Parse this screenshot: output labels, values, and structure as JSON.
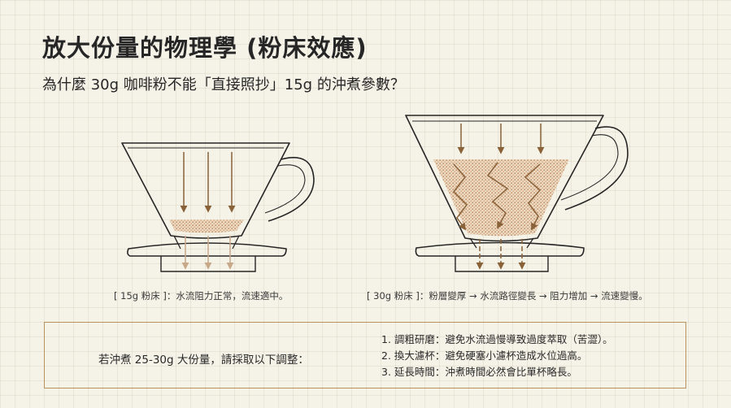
{
  "title": "放大份量的物理學 (粉床效應)",
  "subtitle": "為什麼 30g 咖啡粉不能「直接照抄」15g 的沖煮參數？",
  "captions": {
    "left": "[ 15g 粉床 ]：水流阻力正常，流速適中。",
    "right": "[ 30g 粉床 ]：粉層變厚 → 水流路徑變長 → 阻力增加 → 流速變慢。"
  },
  "adjustments": {
    "intro": "若沖煮 25-30g 大份量，請採取以下調整：",
    "items": [
      "1. 調粗研磨：避免水流過慢導致過度萃取（苦澀）。",
      "2. 換大濾杯：避免硬塞小濾杯造成水位過高。",
      "3. 延長時間：沖煮時間必然會比單杯略長。"
    ]
  },
  "colors": {
    "line": "#262626",
    "arrow": "#8a6239",
    "coffee": "#c99e76",
    "coffee_fill": "#ecd9c1",
    "border": "#b9915d"
  },
  "icons": [
    "dripper-icon",
    "arrow-down-icon",
    "zigzag-arrow-icon"
  ]
}
